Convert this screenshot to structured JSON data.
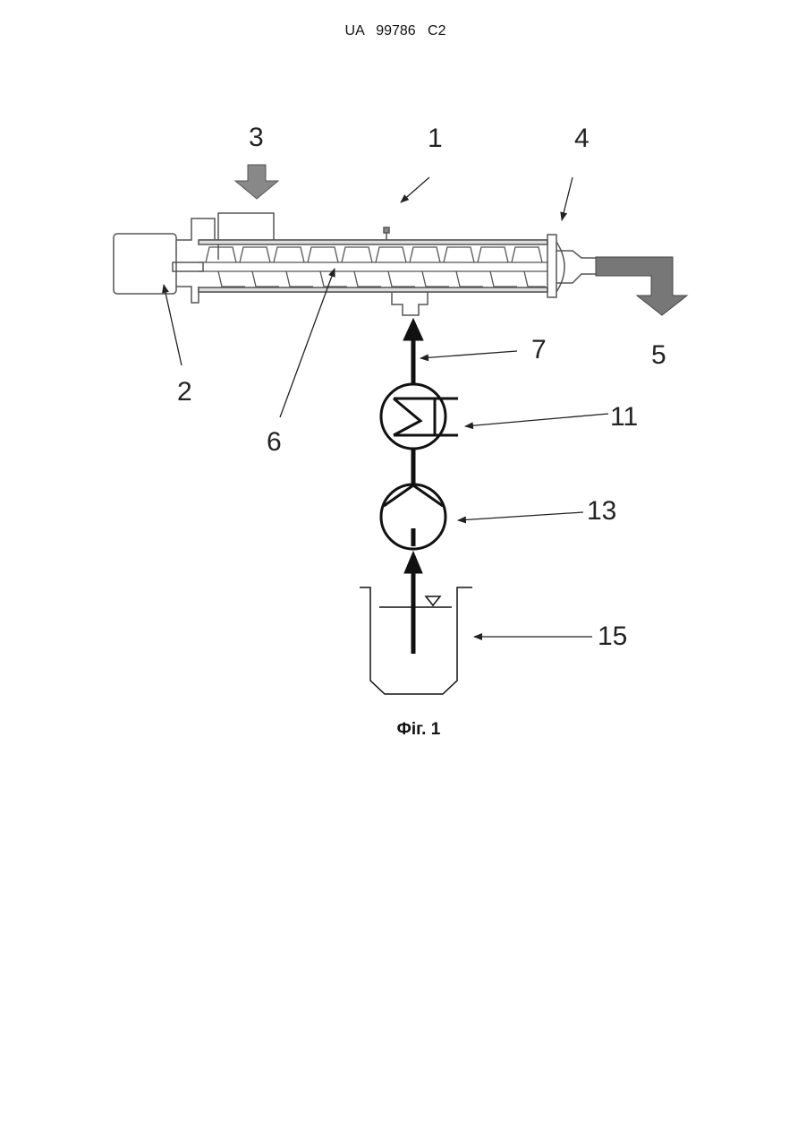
{
  "header": {
    "doc_number": "UA   99786   C2"
  },
  "figure": {
    "caption": "Фіг. 1",
    "labels": {
      "extruder": "1",
      "drive": "2",
      "feed": "3",
      "die": "4",
      "product_out": "5",
      "screw": "6",
      "injection_line": "7",
      "heat_exchanger": "11",
      "pump": "13",
      "tank": "15"
    }
  }
}
